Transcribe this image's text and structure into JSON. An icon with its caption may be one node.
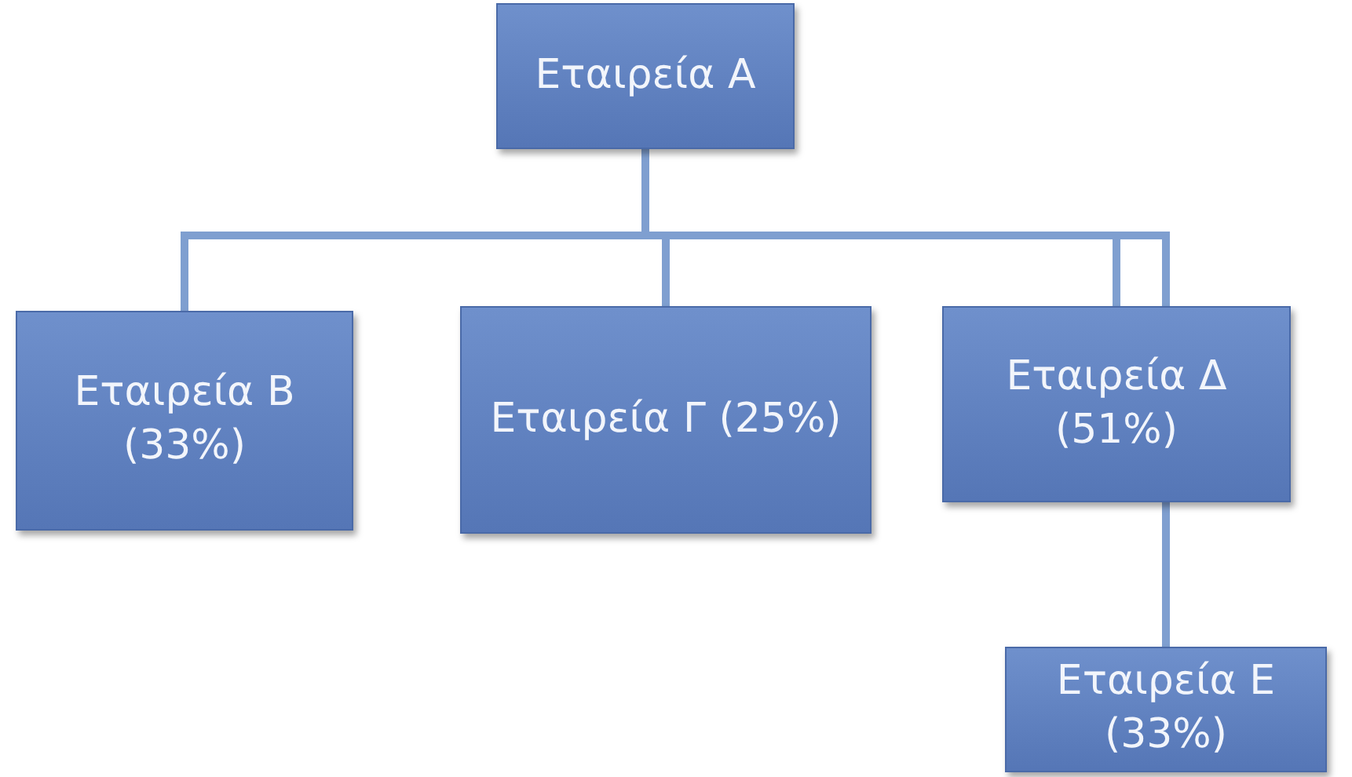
{
  "diagram": {
    "nodes": [
      {
        "text": [
          "Εταιρεία  Α"
        ]
      },
      {
        "text": [
          "Εταιρεία Β (33%)"
        ]
      },
      {
        "text": [
          "Εταιρεία Γ (25%)"
        ]
      },
      {
        "text": [
          "Εταιρεία Δ (51%)"
        ]
      },
      {
        "text": [
          "Εταιρεία Ε (33%)"
        ]
      }
    ],
    "edges": [
      {
        "from": 0,
        "to": 1,
        "arrow": "none"
      },
      {
        "from": 0,
        "to": 2,
        "arrow": "none"
      },
      {
        "from": 0,
        "to": 3,
        "arrow": "none"
      },
      {
        "from": 3,
        "to": 4,
        "arrow": "none"
      }
    ]
  }
}
